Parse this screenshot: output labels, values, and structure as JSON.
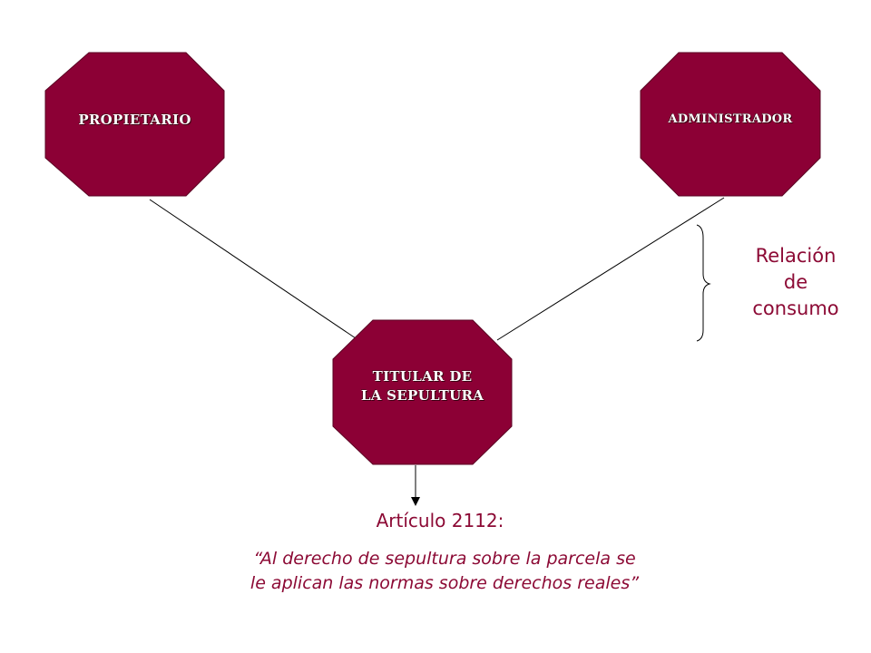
{
  "colors": {
    "octagon_fill": "#8c0035",
    "accent_text": "#8c0a35",
    "line": "#000000"
  },
  "nodes": {
    "propietario": {
      "label": "PROPIETARIO"
    },
    "administrador": {
      "label": "ADMINISTRADOR"
    },
    "titular": {
      "label_line1": "TITULAR DE",
      "label_line2": "LA SEPULTURA"
    }
  },
  "relation": {
    "line1": "Relación",
    "line2": "de",
    "line3": "consumo"
  },
  "article": {
    "title": "Artículo 2112:",
    "quote_line1": "“Al derecho de sepultura sobre la parcela se",
    "quote_line2": "le aplican las normas sobre derechos reales”"
  }
}
